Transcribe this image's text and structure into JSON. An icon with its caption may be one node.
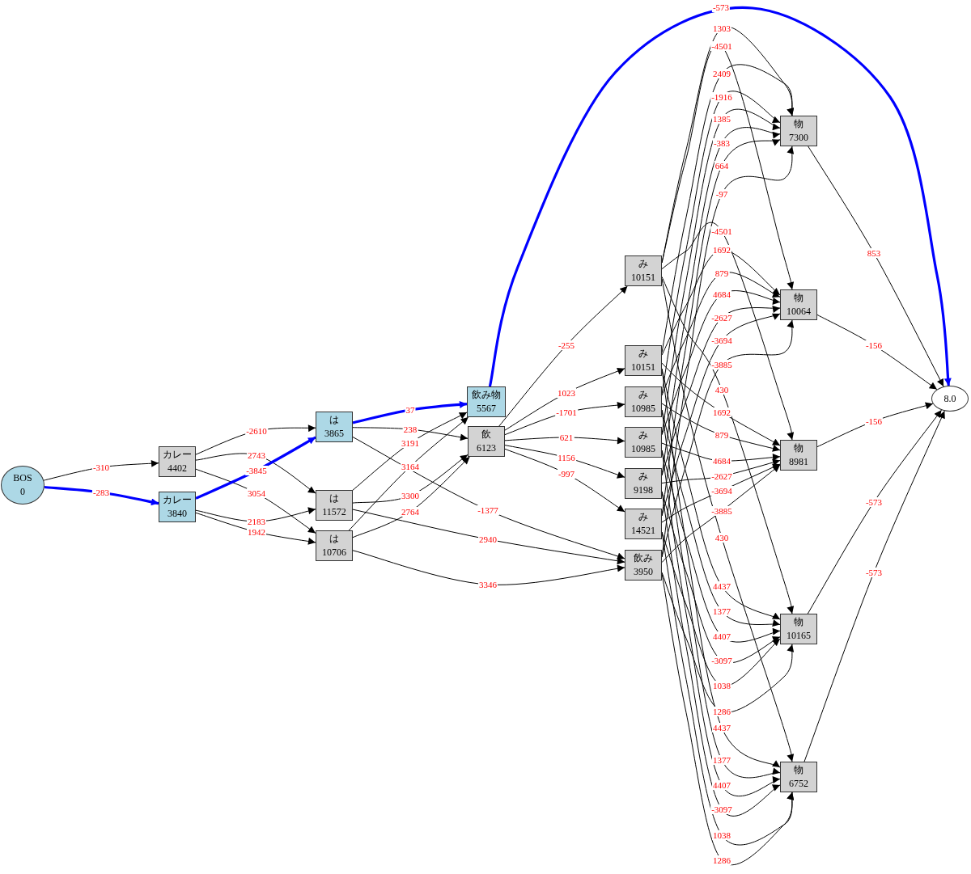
{
  "diagram": {
    "nodes": [
      {
        "text": [
          "BOS",
          "0"
        ]
      },
      {
        "text": [
          "カレー",
          "4402"
        ]
      },
      {
        "text": [
          "カレー",
          "3840"
        ]
      },
      {
        "text": [
          "は",
          "3865"
        ]
      },
      {
        "text": [
          "は",
          "11572"
        ]
      },
      {
        "text": [
          "は",
          "10706"
        ]
      },
      {
        "text": [
          "飲み物",
          "5567"
        ]
      },
      {
        "text": [
          "飲",
          "6123"
        ]
      },
      {
        "text": [
          "み",
          "10151"
        ]
      },
      {
        "text": [
          "み",
          "10151"
        ]
      },
      {
        "text": [
          "み",
          "10985"
        ]
      },
      {
        "text": [
          "み",
          "10985"
        ]
      },
      {
        "text": [
          "み",
          "9198"
        ]
      },
      {
        "text": [
          "み",
          "14521"
        ]
      },
      {
        "text": [
          "飲み",
          "3950"
        ]
      },
      {
        "text": [
          "物",
          "7300"
        ]
      },
      {
        "text": [
          "物",
          "10064"
        ]
      },
      {
        "text": [
          "物",
          "8981"
        ]
      },
      {
        "text": [
          "物",
          "10165"
        ]
      },
      {
        "text": [
          "物",
          "6752"
        ]
      },
      {
        "text": [
          "8.0"
        ]
      }
    ],
    "edges": [
      {
        "from": 0,
        "to": 1,
        "arrow": "to",
        "label": "-310"
      },
      {
        "from": 0,
        "to": 2,
        "arrow": "to",
        "label": "-283",
        "style": "thick",
        "color": "#0000ff"
      },
      {
        "from": 1,
        "to": 3,
        "arrow": "to",
        "label": "-2610"
      },
      {
        "from": 1,
        "to": 4,
        "arrow": "to",
        "label": "2743"
      },
      {
        "from": 1,
        "to": 5,
        "arrow": "to",
        "label": "3054"
      },
      {
        "from": 2,
        "to": 3,
        "arrow": "to",
        "label": "-3845",
        "style": "thick",
        "color": "#0000ff"
      },
      {
        "from": 2,
        "to": 4,
        "arrow": "to",
        "label": "2183"
      },
      {
        "from": 2,
        "to": 5,
        "arrow": "to",
        "label": "1942"
      },
      {
        "from": 3,
        "to": 6,
        "arrow": "to",
        "label": "37",
        "style": "thick",
        "color": "#0000ff"
      },
      {
        "from": 3,
        "to": 7,
        "arrow": "to",
        "label": "238"
      },
      {
        "from": 3,
        "to": 14,
        "arrow": "to",
        "label": "-1377"
      },
      {
        "from": 4,
        "to": 6,
        "arrow": "to",
        "label": "3191"
      },
      {
        "from": 4,
        "to": 7,
        "arrow": "to",
        "label": "3300"
      },
      {
        "from": 4,
        "to": 14,
        "arrow": "to",
        "label": "2940"
      },
      {
        "from": 5,
        "to": 6,
        "arrow": "to",
        "label": "3164"
      },
      {
        "from": 5,
        "to": 7,
        "arrow": "to",
        "label": "2764"
      },
      {
        "from": 5,
        "to": 14,
        "arrow": "to",
        "label": "3346"
      },
      {
        "from": 6,
        "to": 20,
        "arrow": "to",
        "label": "-573",
        "style": "thick",
        "color": "#0000ff"
      },
      {
        "from": 7,
        "to": 8,
        "arrow": "to",
        "label": "-255"
      },
      {
        "from": 7,
        "to": 9,
        "arrow": "to",
        "label": "1023"
      },
      {
        "from": 7,
        "to": 10,
        "arrow": "to",
        "label": "-1701"
      },
      {
        "from": 7,
        "to": 11,
        "arrow": "to",
        "label": "621"
      },
      {
        "from": 7,
        "to": 12,
        "arrow": "to",
        "label": "1156"
      },
      {
        "from": 7,
        "to": 13,
        "arrow": "to",
        "label": "-997"
      },
      {
        "from": 8,
        "to": 15,
        "arrow": "to",
        "label": "1303"
      },
      {
        "from": 9,
        "to": 15,
        "arrow": "to",
        "label": "2409"
      },
      {
        "from": 10,
        "to": 15,
        "arrow": "to",
        "label": "-1916"
      },
      {
        "from": 11,
        "to": 15,
        "arrow": "to",
        "label": "1385"
      },
      {
        "from": 12,
        "to": 15,
        "arrow": "to",
        "label": "-383"
      },
      {
        "from": 13,
        "to": 15,
        "arrow": "to",
        "label": "664"
      },
      {
        "from": 14,
        "to": 15,
        "arrow": "to",
        "label": "-97"
      },
      {
        "from": 8,
        "to": 16,
        "arrow": "to",
        "label": "-4501"
      },
      {
        "from": 9,
        "to": 16,
        "arrow": "to",
        "label": "1692"
      },
      {
        "from": 10,
        "to": 16,
        "arrow": "to",
        "label": "879"
      },
      {
        "from": 11,
        "to": 16,
        "arrow": "to",
        "label": "4684"
      },
      {
        "from": 12,
        "to": 16,
        "arrow": "to",
        "label": "-2627"
      },
      {
        "from": 13,
        "to": 16,
        "arrow": "to",
        "label": "-3694"
      },
      {
        "from": 14,
        "to": 16,
        "arrow": "to",
        "label": "-3885"
      },
      {
        "from": 8,
        "to": 17,
        "arrow": "to",
        "label": "-4501"
      },
      {
        "from": 9,
        "to": 17,
        "arrow": "to",
        "label": "1692"
      },
      {
        "from": 10,
        "to": 17,
        "arrow": "to",
        "label": "879"
      },
      {
        "from": 11,
        "to": 17,
        "arrow": "to",
        "label": "4684"
      },
      {
        "from": 12,
        "to": 17,
        "arrow": "to",
        "label": "-2627"
      },
      {
        "from": 13,
        "to": 17,
        "arrow": "to",
        "label": "-3694"
      },
      {
        "from": 14,
        "to": 17,
        "arrow": "to",
        "label": "-3885"
      },
      {
        "from": 8,
        "to": 18,
        "arrow": "to",
        "label": "430"
      },
      {
        "from": 9,
        "to": 18,
        "arrow": "to",
        "label": "4437"
      },
      {
        "from": 10,
        "to": 18,
        "arrow": "to",
        "label": "1377"
      },
      {
        "from": 11,
        "to": 18,
        "arrow": "to",
        "label": "4407"
      },
      {
        "from": 12,
        "to": 18,
        "arrow": "to",
        "label": "-3097"
      },
      {
        "from": 13,
        "to": 18,
        "arrow": "to",
        "label": "1038"
      },
      {
        "from": 14,
        "to": 18,
        "arrow": "to",
        "label": "1286"
      },
      {
        "from": 8,
        "to": 19,
        "arrow": "to",
        "label": "430"
      },
      {
        "from": 9,
        "to": 19,
        "arrow": "to",
        "label": "4437"
      },
      {
        "from": 10,
        "to": 19,
        "arrow": "to",
        "label": "1377"
      },
      {
        "from": 11,
        "to": 19,
        "arrow": "to",
        "label": "4407"
      },
      {
        "from": 12,
        "to": 19,
        "arrow": "to",
        "label": "-3097"
      },
      {
        "from": 13,
        "to": 19,
        "arrow": "to",
        "label": "1038"
      },
      {
        "from": 14,
        "to": 19,
        "arrow": "to",
        "label": "1286"
      },
      {
        "from": 15,
        "to": 20,
        "arrow": "to",
        "label": "853"
      },
      {
        "from": 16,
        "to": 20,
        "arrow": "to",
        "label": "-156"
      },
      {
        "from": 17,
        "to": 20,
        "arrow": "to",
        "label": "-156"
      },
      {
        "from": 18,
        "to": 20,
        "arrow": "to",
        "label": "-573"
      },
      {
        "from": 19,
        "to": 20,
        "arrow": "to",
        "label": "-573"
      }
    ]
  }
}
